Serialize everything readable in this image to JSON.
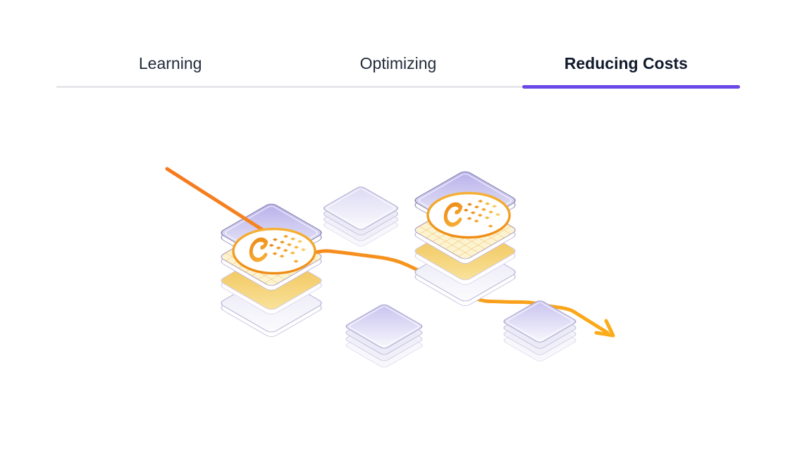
{
  "tabs": {
    "items": [
      {
        "label": "Learning",
        "active": false
      },
      {
        "label": "Optimizing",
        "active": false
      },
      {
        "label": "Reducing Costs",
        "active": true
      }
    ]
  },
  "colors": {
    "accent_purple": "#6A48E8",
    "tab_text": "#222B3A",
    "tab_text_active": "#111A2C",
    "tab_track": "#E7E6EB",
    "arrow_orange_start": "#F5791F",
    "arrow_orange_end": "#FBAC1A",
    "ring_orange": "#EE8C15",
    "mesh_orange": "#F1A53E",
    "gold": "#EFBC49",
    "lavender": "#B5AFE9",
    "background": "#FFFFFF"
  },
  "illustration": {
    "name": "data-stacks-cost-trend",
    "elements": [
      "mini-stack-top",
      "data-stack-left",
      "data-stack-right",
      "scan-lens-left",
      "scan-lens-right",
      "mini-stack-bottom-middle",
      "mini-stack-bottom-right",
      "downward-trend-arrow"
    ]
  }
}
